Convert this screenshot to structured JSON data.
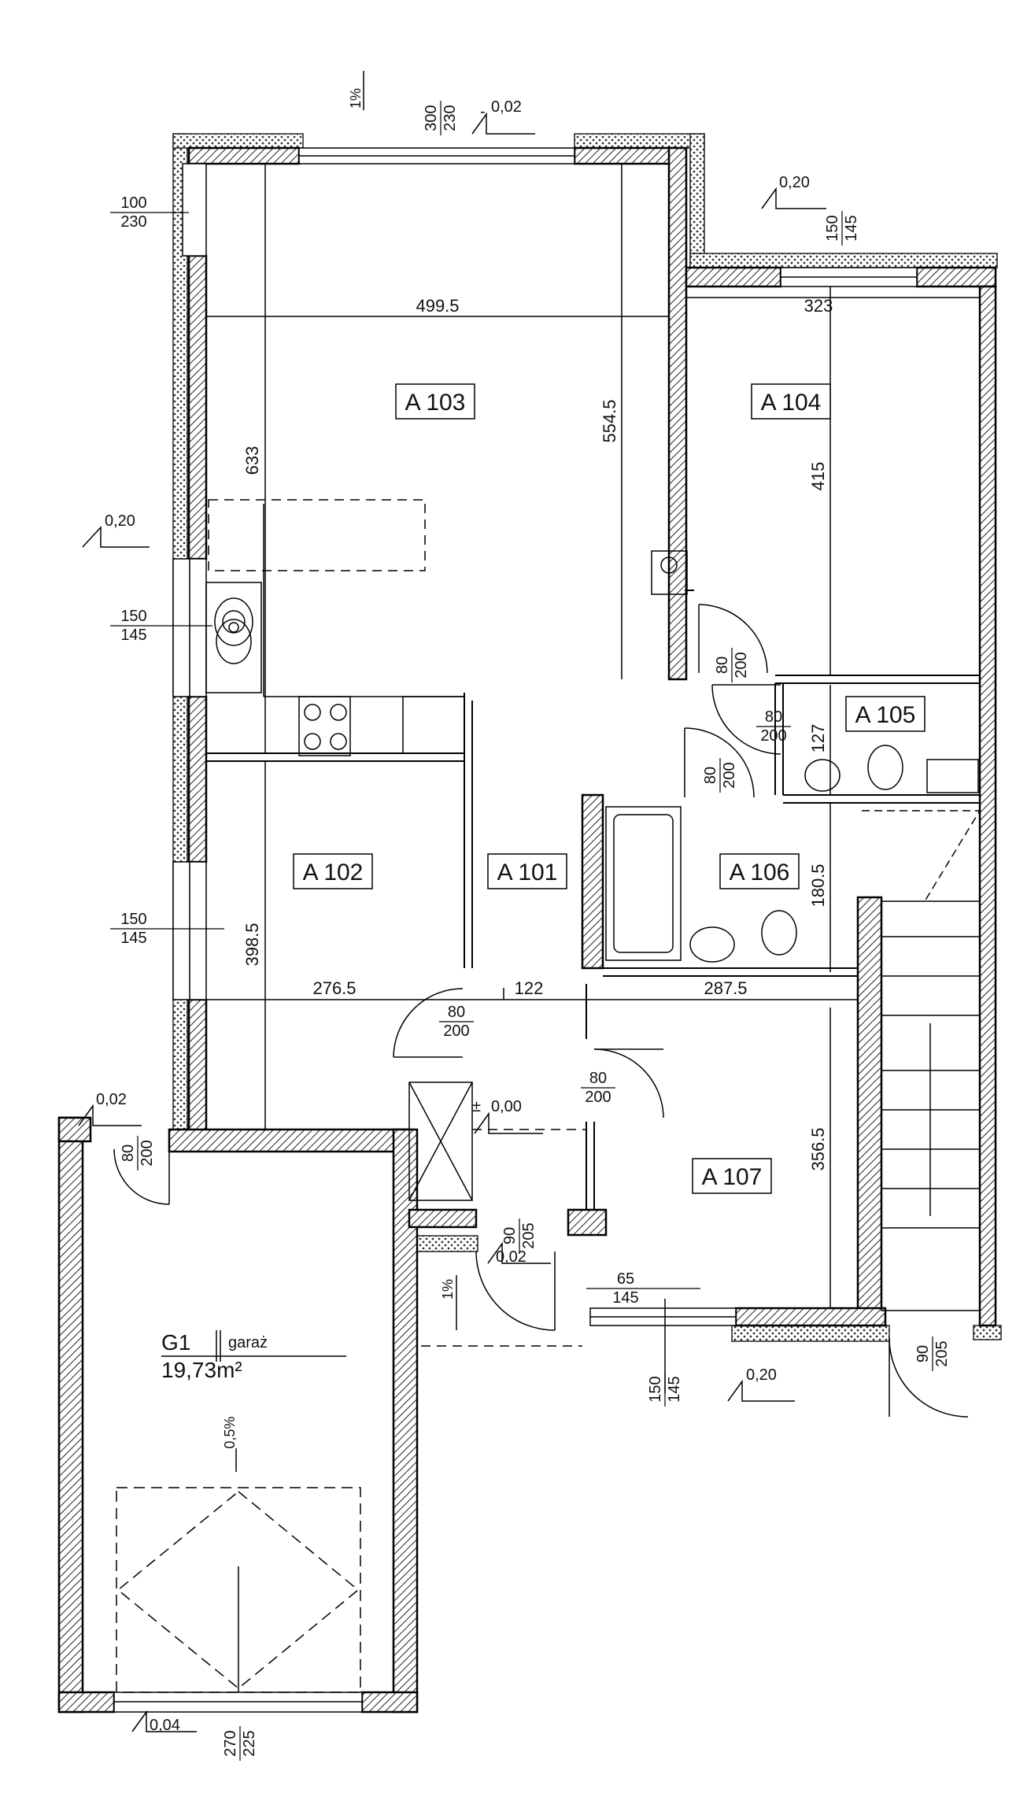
{
  "rooms": {
    "a103": "A 103",
    "a104": "A 104",
    "a105": "A 105",
    "a102": "A 102",
    "a101": "A 101",
    "a106": "A 106",
    "a107": "A 107"
  },
  "garage": {
    "code": "G1",
    "name": "garaż",
    "area": "19,73m²"
  },
  "dimensions": {
    "d499": "499.5",
    "d323": "323",
    "d633": "633",
    "d554": "554.5",
    "d415": "415",
    "d127": "127",
    "d180": "180.5",
    "d398": "398.5",
    "d276": "276.5",
    "d122": "122",
    "d287": "287.5",
    "d356": "356.5"
  },
  "openings": {
    "win_top": {
      "top": "300",
      "bottom": "230"
    },
    "win_top_right": {
      "top": "150",
      "bottom": "145"
    },
    "win_left_top": {
      "top": "100",
      "bottom": "230"
    },
    "win_left_mid": {
      "top": "150",
      "bottom": "145"
    },
    "win_left_low": {
      "top": "150",
      "bottom": "145"
    },
    "door_a104": {
      "top": "80",
      "bottom": "200"
    },
    "door_a105": {
      "top": "80",
      "bottom": "200"
    },
    "door_a106": {
      "top": "80",
      "bottom": "200"
    },
    "door_a102": {
      "top": "80",
      "bottom": "200"
    },
    "door_a107": {
      "top": "80",
      "bottom": "200"
    },
    "door_garage": {
      "top": "80",
      "bottom": "200"
    },
    "door_garage_front": {
      "top": "90",
      "bottom": "205"
    },
    "door_entry": {
      "top": "90",
      "bottom": "205"
    },
    "win_entry": {
      "top": "65",
      "bottom": "145"
    },
    "win_bottom": {
      "top": "150",
      "bottom": "145"
    },
    "gate_garage": {
      "top": "270",
      "bottom": "225"
    }
  },
  "levels": {
    "l_top": "0,02",
    "l_top_right": "0,20",
    "l_left": "0,20",
    "l_floor": "0,00",
    "l_floor_sign": "±",
    "l_garage_side": "0,02",
    "l_entry": "0,02",
    "l_bottom": "0,20",
    "l_gate": "0,04",
    "l_minus": "-"
  },
  "slopes": {
    "top": "1%",
    "entry": "1%",
    "garage": "0,5%"
  }
}
